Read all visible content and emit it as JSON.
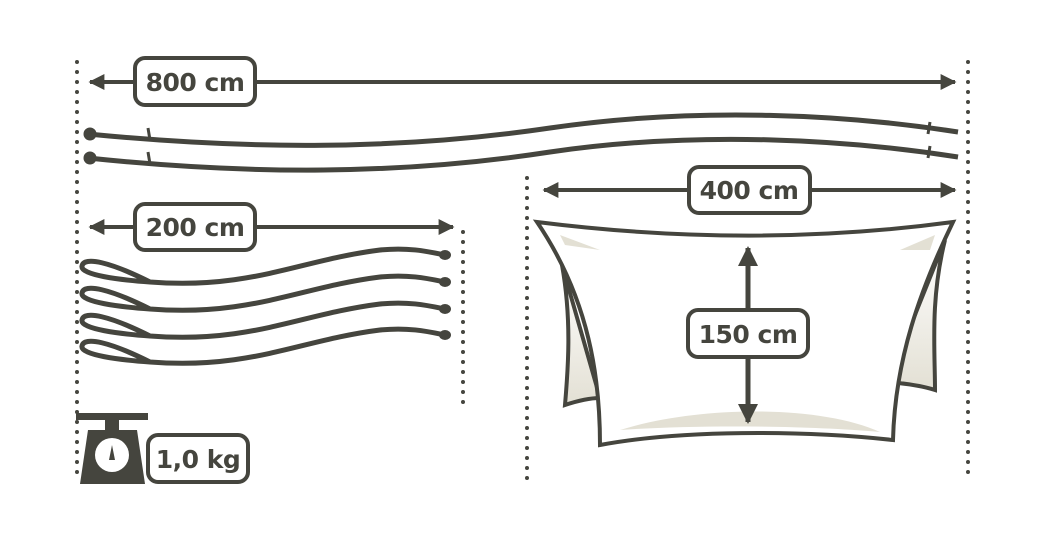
{
  "labels": {
    "long_rope_length": "800 cm",
    "short_rope_length": "200 cm",
    "tarp_width": "400 cm",
    "tarp_height": "150 cm",
    "weight": "1,0 kg"
  },
  "colors": {
    "ink": "#45453e",
    "shade": "#e3e0d4"
  }
}
